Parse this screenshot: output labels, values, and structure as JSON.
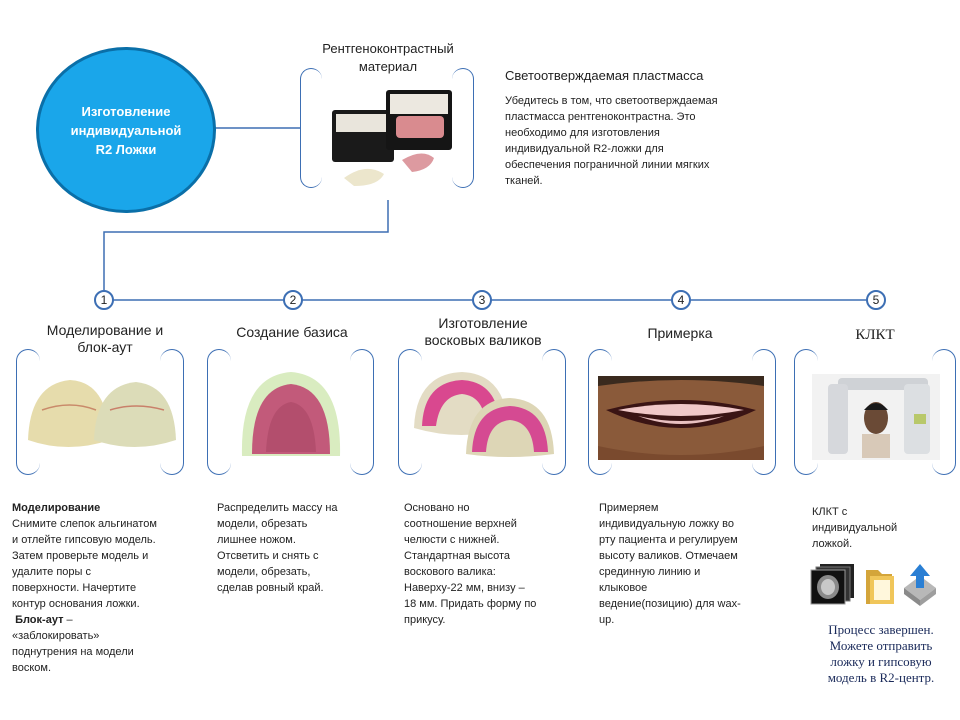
{
  "header": {
    "title": "Изготовление\nиндивидуальной\nR2 Ложки",
    "material_label": "Рентгеноконтрастный\nматериал",
    "material_heading": "Светоотверждаемая пластмасса",
    "material_text": "Убедитесь в том, что светоотверждаемая\nпластмасса рентгеноконтрастна. Это\nнеобходимо  для изготовления\nиндивидуальной R2-ложки  для\nобеспечения пограничной линии мягких\nтканей."
  },
  "steps": [
    {
      "number": "1",
      "title": "Моделирование и\nблок-аут",
      "desc_bold_1": "Моделирование",
      "desc_1": "Снимите слепок альгинатом\nи отлейте гипсовую модель.\nЗатем проверьте модель и\nудалите поры с\nповерхности.  Начертите\nконтур основания ложки.",
      "desc_bold_2": "Блок-аут",
      "desc_2": " –\n«заблокировать»\nподнутрения на модели\nвоском."
    },
    {
      "number": "2",
      "title": "Создание базиса",
      "desc": "Распределить массу  на\nмодели, обрезать\nлишнее ножом.\nОтсветить и снять с\nмодели, обрезать,\nсделав ровный край."
    },
    {
      "number": "3",
      "title": "Изготовление\nвосковых валиков",
      "desc": "Основано но\nсоотношение верхней\nчелюсти с нижней.\nСтандартная высота\nвоскового валика:\nНаверху-22 мм, внизу –\n18 мм. Придать форму по\nприкусу."
    },
    {
      "number": "4",
      "title": "Примерка",
      "desc": "Примеряем\nиндивидуальную ложку во\nрту пациента и регулируем\nвысоту валиков. Отмечаем\nсрединную линию и\nклыковое\nведение(позицию) для wax-\nup."
    },
    {
      "number": "5",
      "title": "КЛКТ",
      "desc": "КЛКТ с\nиндивидуальной\nложкой.",
      "final_text": "Процесс завершен.\nМожете отправить\nложку и гипсовую\nмодель в R2-центр."
    }
  ],
  "colors": {
    "accent_blue": "#1aa6ea",
    "line_blue": "#3d6fb4"
  }
}
